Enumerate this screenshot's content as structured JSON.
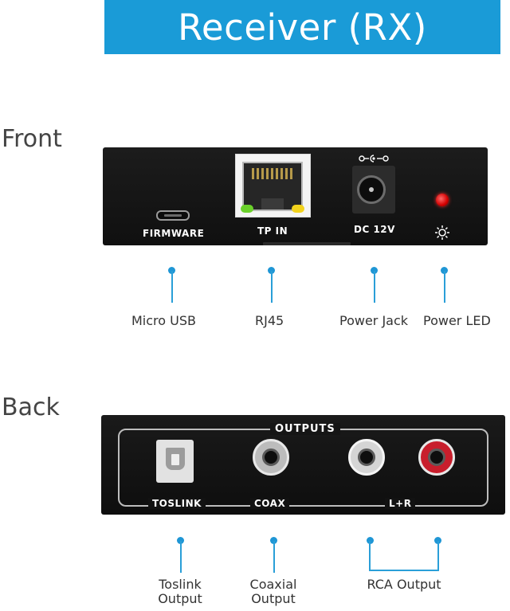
{
  "banner": {
    "title": "Receiver (RX)",
    "color": "#1a9bd7"
  },
  "sections": {
    "front": "Front",
    "back": "Back"
  },
  "front_panel": {
    "port_labels": {
      "firmware": "FIRMWARE",
      "tp_in": "TP IN",
      "dc": "DC 12V"
    },
    "dc_polarity_icon": "dc-polarity-icon",
    "power_led_color": "#e01010",
    "led_icon": "sun-icon"
  },
  "back_panel": {
    "frame_title": "OUTPUTS",
    "port_labels": {
      "toslink": "TOSLINK",
      "coax": "COAX",
      "lr": "L+R"
    }
  },
  "callouts": {
    "front": [
      "Micro USB",
      "RJ45",
      "Power Jack",
      "Power LED"
    ],
    "back": [
      {
        "line1": "Toslink",
        "line2": "Output"
      },
      {
        "line1": "Coaxial",
        "line2": "Output"
      },
      {
        "line1": "RCA Output",
        "line2": ""
      }
    ]
  },
  "callout_color": "#1f96d5"
}
